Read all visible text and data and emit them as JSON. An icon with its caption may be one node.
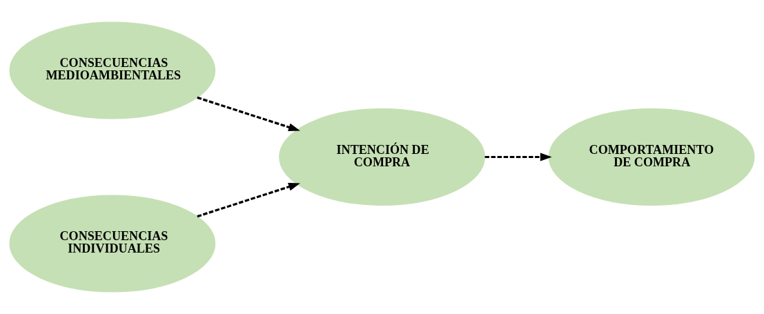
{
  "diagram": {
    "nodes": [
      {
        "text": [
          "CONSECUENCIAS MEDIOAMBIENTALES"
        ]
      },
      {
        "text": [
          "CONSECUENCIAS INDIVIDUALES"
        ]
      },
      {
        "text": [
          "INTENCIÓN DE COMPRA"
        ]
      },
      {
        "text": [
          "COMPORTAMIENTO DE COMPRA"
        ]
      }
    ],
    "edges": [
      {
        "from": 0,
        "to": 2,
        "arrow": "to",
        "style": "dashed"
      },
      {
        "from": 1,
        "to": 2,
        "arrow": "to",
        "style": "dashed"
      },
      {
        "from": 2,
        "to": 3,
        "arrow": "to",
        "style": "dashed"
      }
    ]
  }
}
